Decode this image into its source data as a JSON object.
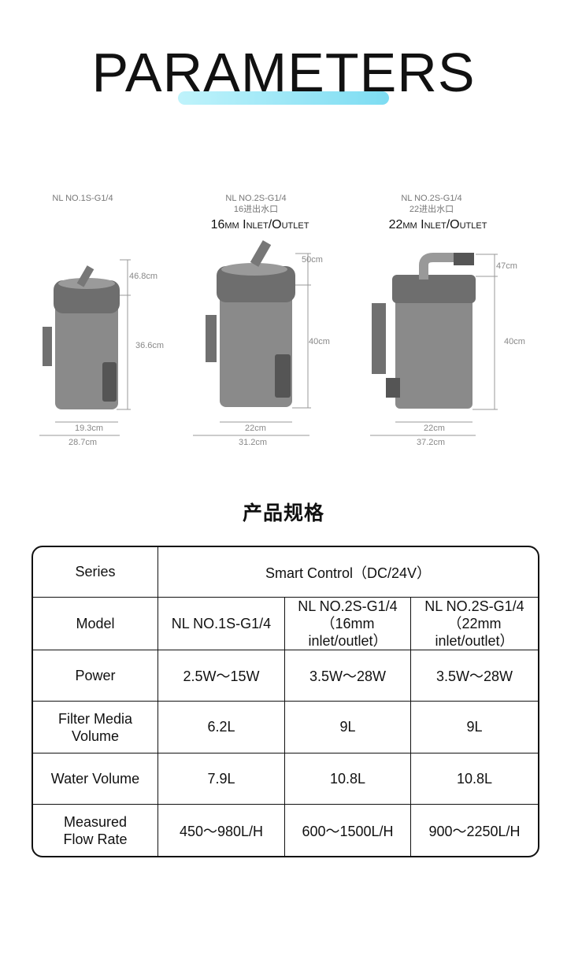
{
  "header": {
    "title": "PARAMETERS",
    "accent_color": "#8fe1f3"
  },
  "products": [
    {
      "model": "NL NO.1S-G1/4",
      "inlet_cn": "",
      "inlet_label": "",
      "dims": {
        "total_height": "46.8cm",
        "body_height": "36.6cm",
        "base_width": "19.3cm",
        "total_width": "28.7cm"
      }
    },
    {
      "model": "NL NO.2S-G1/4",
      "inlet_cn": "16进出水口",
      "inlet_label": "16mm Inlet/Outlet",
      "dims": {
        "total_height": "50cm",
        "body_height": "40cm",
        "base_width": "22cm",
        "total_width": "31.2cm"
      }
    },
    {
      "model": "NL NO.2S-G1/4",
      "inlet_cn": "22进出水口",
      "inlet_label": "22mm Inlet/Outlet",
      "dims": {
        "total_height": "47cm",
        "body_height": "40cm",
        "base_width": "22cm",
        "total_width": "37.2cm"
      }
    }
  ],
  "section": {
    "title": "产品规格"
  },
  "table": {
    "series_label": "Series",
    "series_value": "Smart Control（DC/24V）",
    "rows": [
      {
        "label": "Model",
        "values": [
          "NL NO.1S-G1/4",
          "NL NO.2S-G1/4\n（16mm inlet/outlet）",
          "NL NO.2S-G1/4\n（22mm inlet/outlet）"
        ]
      },
      {
        "label": "Power",
        "values": [
          "2.5W～15W",
          "3.5W～28W",
          "3.5W～28W"
        ]
      },
      {
        "label": "Filter Media\nVolume",
        "values": [
          "6.2L",
          "9L",
          "9L"
        ]
      },
      {
        "label": "Water Volume",
        "values": [
          "7.9L",
          "10.8L",
          "10.8L"
        ]
      },
      {
        "label": "Measured\nFlow Rate",
        "values": [
          "450～980L/H",
          "600～1500L/H",
          "900～2250L/H"
        ]
      }
    ]
  }
}
